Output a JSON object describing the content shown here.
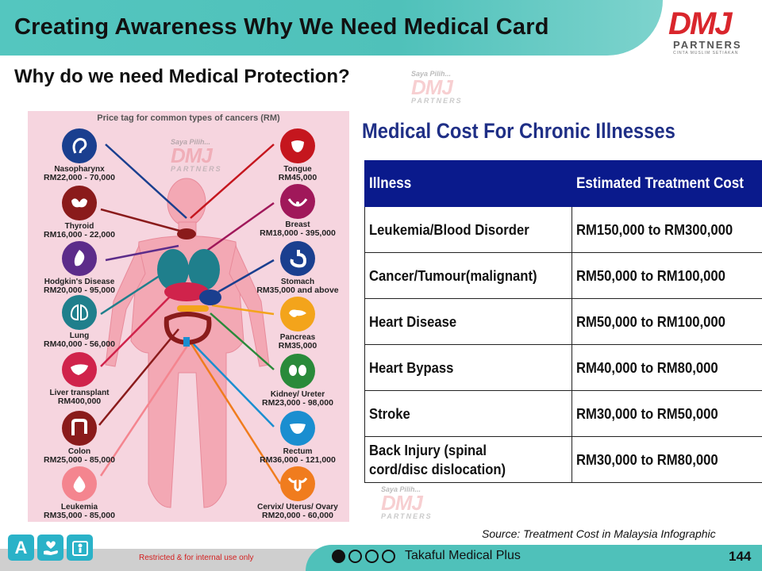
{
  "header": {
    "title": "Creating Awareness Why We Need Medical Card",
    "logo_main": "DMJ",
    "logo_sub": "PARTNERS",
    "logo_tiny": "CINTA MUSLIM SETIAKAN",
    "accent_color": "#4fc1ba",
    "logo_color": "#d9262c"
  },
  "subtitle": "Why do we need Medical Protection?",
  "watermark": {
    "top": "Saya Pilih...",
    "main": "DMJ",
    "sub": "PARTNERS"
  },
  "infographic": {
    "title": "Price tag for common types of cancers (RM)",
    "left_items": [
      {
        "name": "Nasopharynx",
        "cost": "RM22,000 - 70,000",
        "color": "#1a3f8f",
        "icon": "ear-icon"
      },
      {
        "name": "Thyroid",
        "cost": "RM16,000 - 22,000",
        "color": "#8a1b1b",
        "icon": "thyroid-icon"
      },
      {
        "name": "Hodgkin's Disease",
        "cost": "RM20,000 - 95,000",
        "color": "#5c2c8a",
        "icon": "lymph-icon"
      },
      {
        "name": "Lung",
        "cost": "RM40,000 - 56,000",
        "color": "#1f7f8c",
        "icon": "lung-icon"
      },
      {
        "name": "Liver transplant",
        "cost": "RM400,000",
        "color": "#d0234b",
        "icon": "liver-icon"
      },
      {
        "name": "Colon",
        "cost": "RM25,000 - 85,000",
        "color": "#8a1b1b",
        "icon": "colon-icon"
      },
      {
        "name": "Leukemia",
        "cost": "RM35,000 - 85,000",
        "color": "#f4858f",
        "icon": "blood-drop-icon"
      }
    ],
    "right_items": [
      {
        "name": "Tongue",
        "cost": "RM45,000",
        "color": "#c5161e",
        "icon": "mouth-icon"
      },
      {
        "name": "Breast",
        "cost": "RM18,000 - 395,000",
        "color": "#a0185a",
        "icon": "breast-icon"
      },
      {
        "name": "Stomach",
        "cost": "RM35,000 and above",
        "color": "#1a3f8f",
        "icon": "stomach-icon"
      },
      {
        "name": "Pancreas",
        "cost": "RM35,000",
        "color": "#f3a41b",
        "icon": "pancreas-icon"
      },
      {
        "name": "Kidney/ Ureter",
        "cost": "RM23,000 - 98,000",
        "color": "#2a8a3a",
        "icon": "kidney-icon"
      },
      {
        "name": "Rectum",
        "cost": "RM36,000 - 121,000",
        "color": "#1a8ed0",
        "icon": "rectum-icon"
      },
      {
        "name": "Cervix/ Uterus/ Ovary",
        "cost": "RM20,000 - 60,000",
        "color": "#f07c1e",
        "icon": "uterus-icon"
      }
    ]
  },
  "cost_section": {
    "title": "Medical Cost For Chronic Illnesses",
    "headers": [
      "Illness",
      "Estimated Treatment Cost"
    ],
    "rows": [
      [
        "Leukemia/Blood Disorder",
        "RM150,000 to RM300,000"
      ],
      [
        "Cancer/Tumour(malignant)",
        "RM50,000 to RM100,000"
      ],
      [
        "Heart Disease",
        "RM50,000 to RM100,000"
      ],
      [
        "Heart Bypass",
        "RM40,000 to RM80,000"
      ],
      [
        "Stroke",
        "RM30,000 to RM50,000"
      ],
      [
        "Back Injury (spinal cord/disc dislocation)",
        "RM30,000 to RM80,000"
      ]
    ],
    "header_color": "#0a1a8c"
  },
  "source": "Source: Treatment Cost in Malaysia Infographic",
  "footer": {
    "restricted": "Restricted & for internal use only",
    "product": "Takaful Medical Plus",
    "page": "144",
    "icons": [
      "letter-a-icon",
      "hand-heart-icon",
      "person-card-icon"
    ],
    "icon_a": "A"
  }
}
